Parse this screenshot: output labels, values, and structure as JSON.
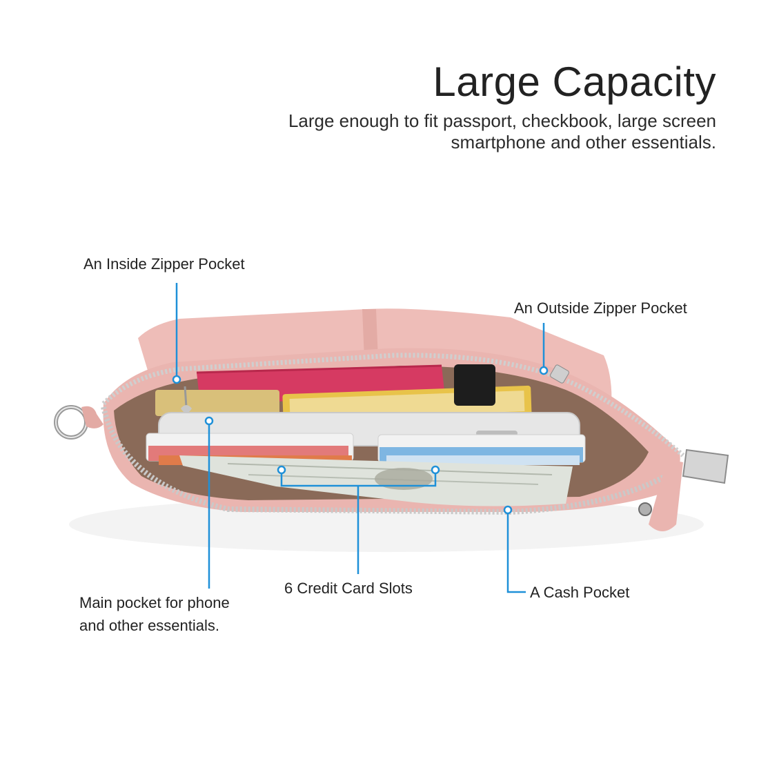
{
  "header": {
    "title": "Large Capacity",
    "subtitle_lines": [
      "Large enough to fit passport, checkbook, large screen",
      "smartphone and other essentials."
    ]
  },
  "callouts": {
    "inside_zipper_pocket": "An Inside Zipper Pocket",
    "outside_zipper_pocket": "An Outside Zipper Pocket",
    "main_pocket_lines": [
      "Main pocket for phone",
      "and other essentials."
    ],
    "credit_card_slots": "6 Credit Card Slots",
    "cash_pocket": "A Cash Pocket"
  },
  "colors": {
    "accent_line": "#1e90d8",
    "bag_pink": "#eab5b0",
    "lining_brown": "#8a6a58",
    "text": "#222222"
  }
}
